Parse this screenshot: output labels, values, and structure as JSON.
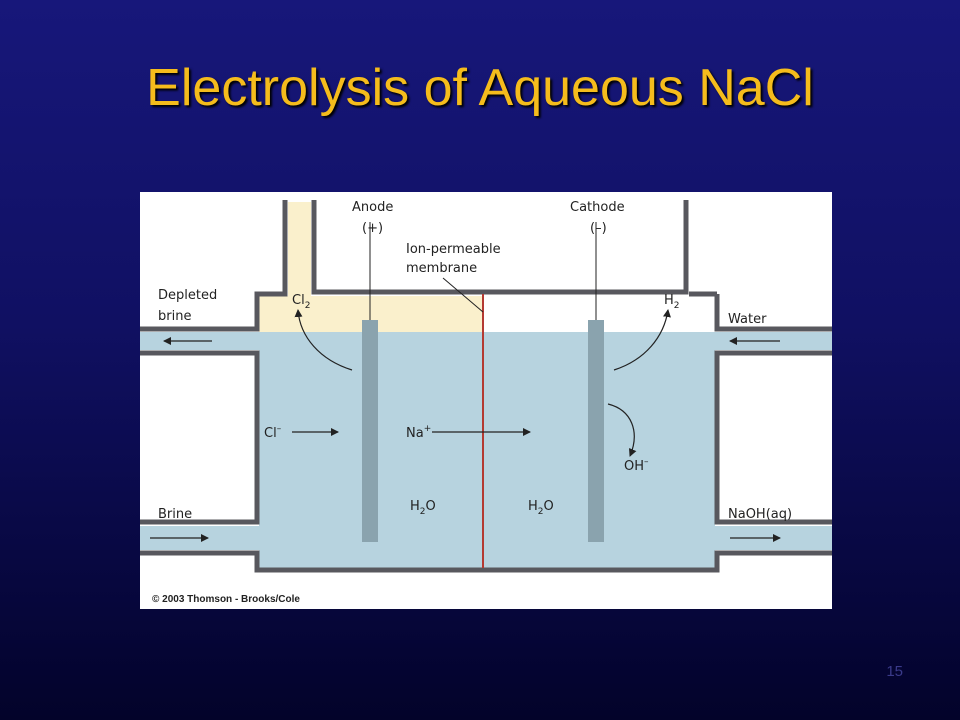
{
  "slide": {
    "title": "Electrolysis of Aqueous NaCl",
    "number": "15"
  },
  "diagram": {
    "labels": {
      "anode": "Anode",
      "anode_sign": "(+)",
      "cathode": "Cathode",
      "cathode_sign": "(–)",
      "membrane_line1": "Ion-permeable",
      "membrane_line2": "membrane",
      "depleted_line1": "Depleted",
      "depleted_line2": "brine",
      "water": "Water",
      "brine": "Brine",
      "naoh": "NaOH(aq)",
      "cl2": "Cl",
      "cl2_sub": "2",
      "h2": "H",
      "h2_sub": "2",
      "cl_ion": "Cl",
      "cl_ion_sup": "–",
      "na_ion": "Na",
      "na_ion_sup": "+",
      "oh_ion": "OH",
      "oh_ion_sup": "–",
      "h2o_left": "H",
      "h2o_left_sub": "2",
      "h2o_left_o": "O",
      "h2o_right": "H",
      "h2o_right_sub": "2",
      "h2o_right_o": "O"
    },
    "copyright": "© 2003 Thomson - Brooks/Cole",
    "colors": {
      "solution": "#b7d3df",
      "gas_region": "#faf0cc",
      "wall": "#58585e",
      "electrode": "#8aa3ae",
      "membrane": "#b43a32",
      "text_title": "#f5bc1c"
    }
  }
}
